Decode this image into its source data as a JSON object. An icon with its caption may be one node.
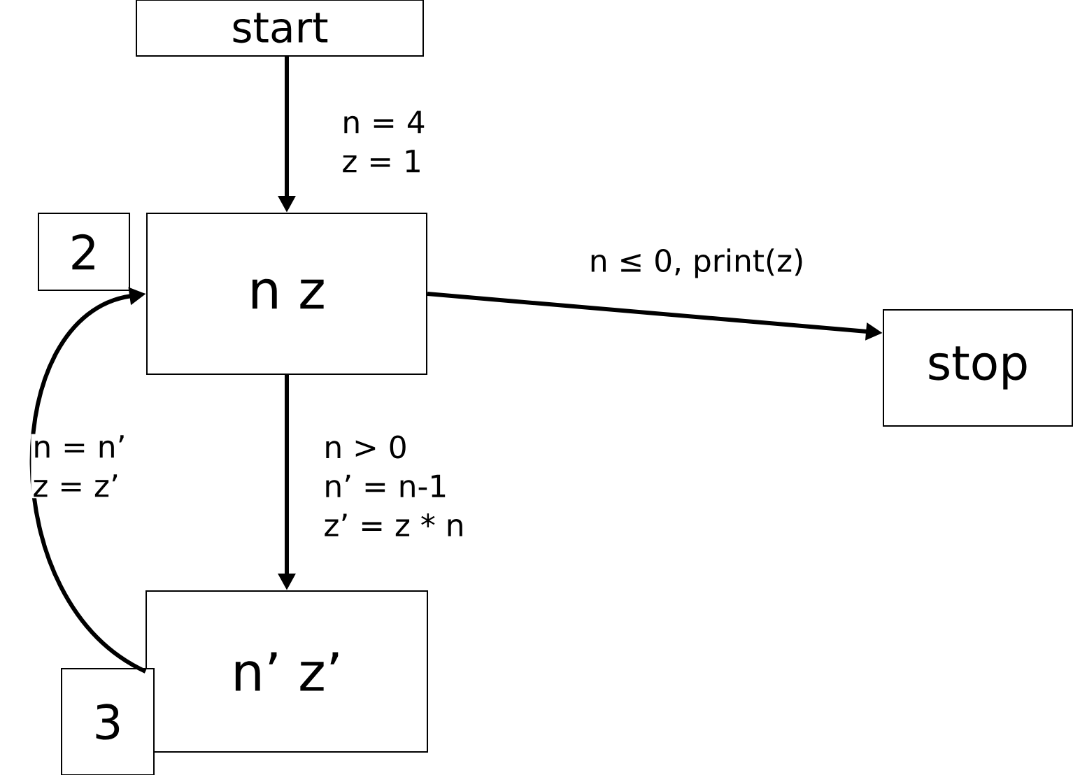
{
  "diagram": {
    "nodes": [
      {
        "text": [
          "start"
        ]
      },
      {
        "text": [
          "n z"
        ]
      },
      {
        "text": [
          "stop"
        ]
      },
      {
        "text": [
          "n’ z’"
        ]
      },
      {
        "text": [
          "2"
        ]
      },
      {
        "text": [
          "3"
        ]
      }
    ],
    "edges": [
      {
        "from": 0,
        "to": 1,
        "arrow": "to",
        "label": "n = 4 z = 1"
      },
      {
        "from": 1,
        "to": 2,
        "arrow": "to",
        "label": "n ≤ 0, print(z)"
      },
      {
        "from": 1,
        "to": 3,
        "arrow": "to",
        "label": "n > 0 n’ = n-1 z’ = z * n"
      },
      {
        "from": 3,
        "to": 1,
        "arrow": "to",
        "label": "n = n’ z = z’"
      }
    ]
  }
}
